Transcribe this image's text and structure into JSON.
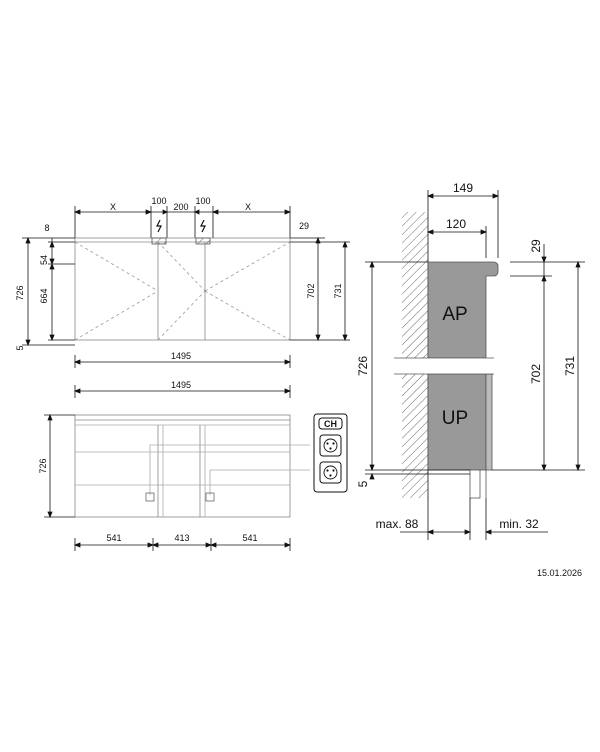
{
  "front_view": {
    "top_labels": {
      "x_left": "X",
      "d100_left": "100",
      "d200": "200",
      "d100_right": "100",
      "x_right": "X"
    },
    "left_dims": {
      "d8": "8",
      "d54": "54",
      "d664": "664",
      "d726": "726",
      "d5": "5"
    },
    "right_dims": {
      "d29": "29",
      "d702": "702",
      "d731": "731"
    },
    "width": "1495"
  },
  "lower_view": {
    "width": "1495",
    "height": "726",
    "segments": [
      "541",
      "413",
      "541"
    ],
    "socket_label": "CH"
  },
  "side_view": {
    "depth_total": "149",
    "depth_inner": "120",
    "label_ap": "AP",
    "label_up": "UP",
    "left_dims": {
      "d726": "726",
      "d5": "5"
    },
    "right_dims": {
      "d29": "29",
      "d702": "702",
      "d731": "731"
    },
    "bottom_left": "max. 88",
    "bottom_right": "min. 32"
  },
  "date": "15.01.2026"
}
